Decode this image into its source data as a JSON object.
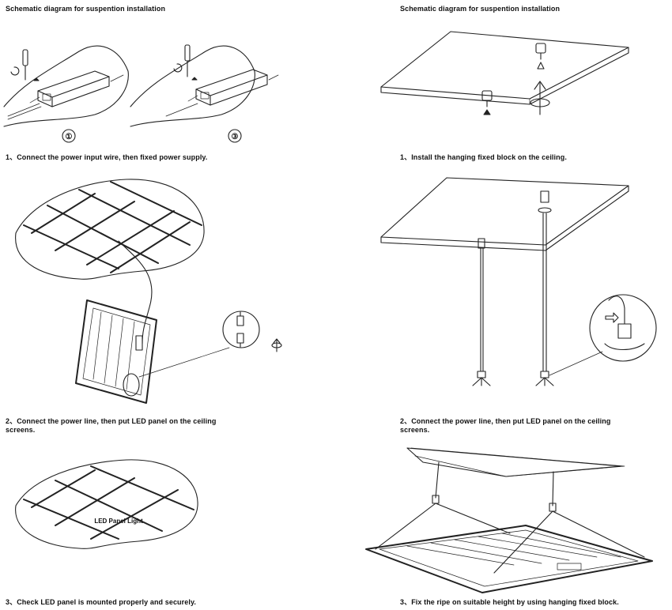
{
  "left": {
    "heading": "Schematic diagram for suspention installation",
    "step1_caption": "1、Connect the power input wire, then fixed power supply.",
    "step1_labels": [
      "①",
      "③"
    ],
    "step2_caption": "2、Connect the power line, then put LED panel on the ceiling screens.",
    "step3_caption": "3、Check LED panel is mounted properly and securely.",
    "panel_label": "LED Panel Light"
  },
  "right": {
    "heading": "Schematic diagram for suspention installation",
    "step1_caption": "1、Install the hanging fixed block on the ceiling.",
    "step2_caption": "2、Connect the power line, then put LED panel on the ceiling screens.",
    "step3_caption": "3、Fix the ripe on suitable height by using hanging fixed block."
  }
}
